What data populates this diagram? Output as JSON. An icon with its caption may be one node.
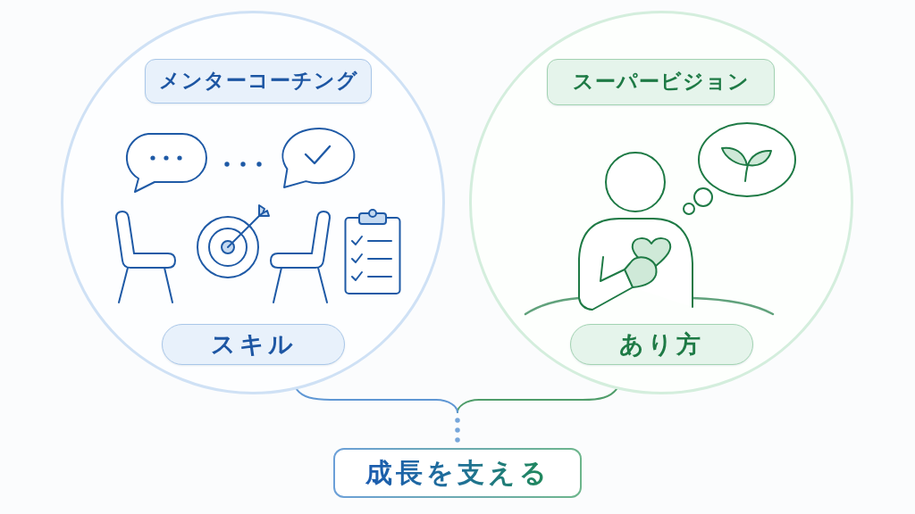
{
  "diagram": {
    "nodes": [
      {
        "text": [],
        "shape": "circle"
      },
      {
        "text": [
          "メンターコーチング"
        ],
        "in": 0
      },
      {
        "text": [
          "スキル"
        ],
        "in": 0
      },
      {
        "text": [],
        "shape": "circle"
      },
      {
        "text": [
          "スーパービジョン"
        ],
        "in": 3
      },
      {
        "text": [
          "あり方"
        ],
        "in": 3
      },
      {
        "text": [
          "成長を支える"
        ]
      }
    ],
    "edges": [
      {
        "from": 0,
        "to": 6,
        "arrow": "none",
        "color": "#5f97d4"
      },
      {
        "from": 3,
        "to": 6,
        "arrow": "none",
        "color": "#4f9d6a"
      }
    ]
  }
}
